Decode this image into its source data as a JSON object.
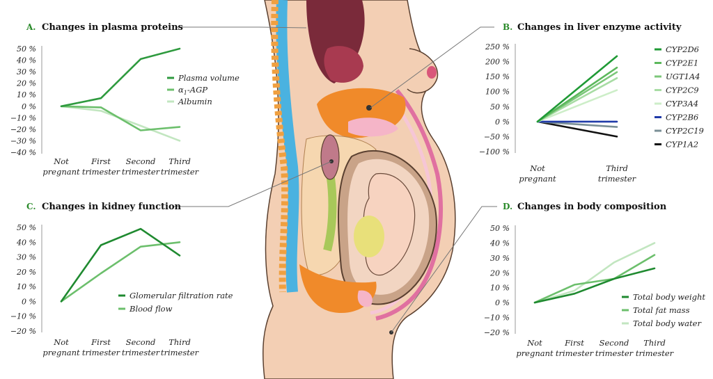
{
  "chart_data": [
    {
      "id": "A",
      "type": "line",
      "letter": "A.",
      "title": "Changes in plasma proteins",
      "categories": [
        "Not pregnant",
        "First trimester",
        "Second trimester",
        "Third trimester"
      ],
      "category_lines": [
        [
          "Not",
          "pregnant"
        ],
        [
          "First",
          "trimester"
        ],
        [
          "Second",
          "trimester"
        ],
        [
          "Third",
          "trimester"
        ]
      ],
      "yticks": [
        50,
        40,
        30,
        20,
        10,
        0,
        -10,
        -20,
        -30,
        -40
      ],
      "ytick_labels": [
        "50 %",
        "40 %",
        "30 %",
        "20 %",
        "10 %",
        "0 %",
        "−10 %",
        "−20 %",
        "−30 %",
        "−40 %"
      ],
      "ylim": [
        -40,
        50
      ],
      "series": [
        {
          "name": "Plasma volume",
          "values": [
            0,
            7,
            41,
            50
          ],
          "color": "#2e9a3e"
        },
        {
          "name": "α1-AGP",
          "values": [
            0,
            -1,
            -21,
            -18
          ],
          "color": "#6cbf6c"
        },
        {
          "name": "Albumin",
          "values": [
            0,
            -4,
            -17,
            -30
          ],
          "color": "#c2e6c0"
        }
      ]
    },
    {
      "id": "B",
      "type": "line",
      "letter": "B.",
      "title": "Changes in liver enzyme activity",
      "categories": [
        "Not pregnant",
        "Third trimester"
      ],
      "category_lines": [
        [
          "Not",
          "pregnant"
        ],
        [
          "Third",
          "trimester"
        ]
      ],
      "yticks": [
        250,
        200,
        150,
        100,
        50,
        0,
        -50,
        -100
      ],
      "ytick_labels": [
        "250 %",
        "200 %",
        "150 %",
        "100 %",
        "50 %",
        "0 %",
        "−50 %",
        "−100 %"
      ],
      "ylim": [
        -100,
        250
      ],
      "series": [
        {
          "name": "CYP2D6",
          "values": [
            0,
            218
          ],
          "color": "#1f9a35"
        },
        {
          "name": "CYP2E1",
          "values": [
            0,
            180
          ],
          "color": "#5cb85c"
        },
        {
          "name": "UGT1A4",
          "values": [
            0,
            165
          ],
          "color": "#7cc77a"
        },
        {
          "name": "CYP2C9",
          "values": [
            0,
            145
          ],
          "color": "#a8dca4"
        },
        {
          "name": "CYP3A4",
          "values": [
            0,
            105
          ],
          "color": "#cdeec8"
        },
        {
          "name": "CYP2B6",
          "values": [
            0,
            0
          ],
          "color": "#1f3aa8"
        },
        {
          "name": "CYP2C19",
          "values": [
            0,
            -18
          ],
          "color": "#7a8f96"
        },
        {
          "name": "CYP1A2",
          "values": [
            0,
            -50
          ],
          "color": "#111111"
        }
      ]
    },
    {
      "id": "C",
      "type": "line",
      "letter": "C.",
      "title": "Changes in kidney function",
      "categories": [
        "Not pregnant",
        "First trimester",
        "Second trimester",
        "Third trimester"
      ],
      "category_lines": [
        [
          "Not",
          "pregnant"
        ],
        [
          "First",
          "trimester"
        ],
        [
          "Second",
          "trimester"
        ],
        [
          "Third",
          "trimester"
        ]
      ],
      "yticks": [
        50,
        40,
        30,
        20,
        10,
        0,
        -10,
        -20
      ],
      "ytick_labels": [
        "50 %",
        "40 %",
        "30 %",
        "20 %",
        "10 %",
        "0 %",
        "−10 %",
        "−20 %"
      ],
      "ylim": [
        -20,
        50
      ],
      "series": [
        {
          "name": "Glomerular filtration rate",
          "values": [
            0,
            38,
            49,
            31
          ],
          "color": "#1f8a30"
        },
        {
          "name": "Blood flow",
          "values": [
            0,
            19,
            37,
            40
          ],
          "color": "#6cbf6c"
        }
      ]
    },
    {
      "id": "D",
      "type": "line",
      "letter": "D.",
      "title": "Changes in body composition",
      "categories": [
        "Not pregnant",
        "First trimester",
        "Second trimester",
        "Third trimester"
      ],
      "category_lines": [
        [
          "Not",
          "pregnant"
        ],
        [
          "First",
          "trimester"
        ],
        [
          "Second",
          "trimester"
        ],
        [
          "Third",
          "trimester"
        ]
      ],
      "yticks": [
        50,
        40,
        30,
        20,
        10,
        0,
        -10,
        -20
      ],
      "ytick_labels": [
        "50 %",
        "40 %",
        "30 %",
        "20 %",
        "10 %",
        "0 %",
        "−10 %",
        "−20 %"
      ],
      "ylim": [
        -20,
        50
      ],
      "series": [
        {
          "name": "Total body weight",
          "values": [
            0,
            6,
            16,
            23
          ],
          "color": "#1f8a30"
        },
        {
          "name": "Total fat mass",
          "values": [
            0,
            12,
            16,
            32
          ],
          "color": "#6cbf6c"
        },
        {
          "name": "Total body water",
          "values": [
            0,
            8,
            27,
            40
          ],
          "color": "#c2e6c0"
        }
      ]
    }
  ],
  "colors": {
    "skin": "#f3cfb4",
    "skin_outline": "#5a4030",
    "accent_green": "#2a8a2a",
    "leader_line": "#777777"
  }
}
